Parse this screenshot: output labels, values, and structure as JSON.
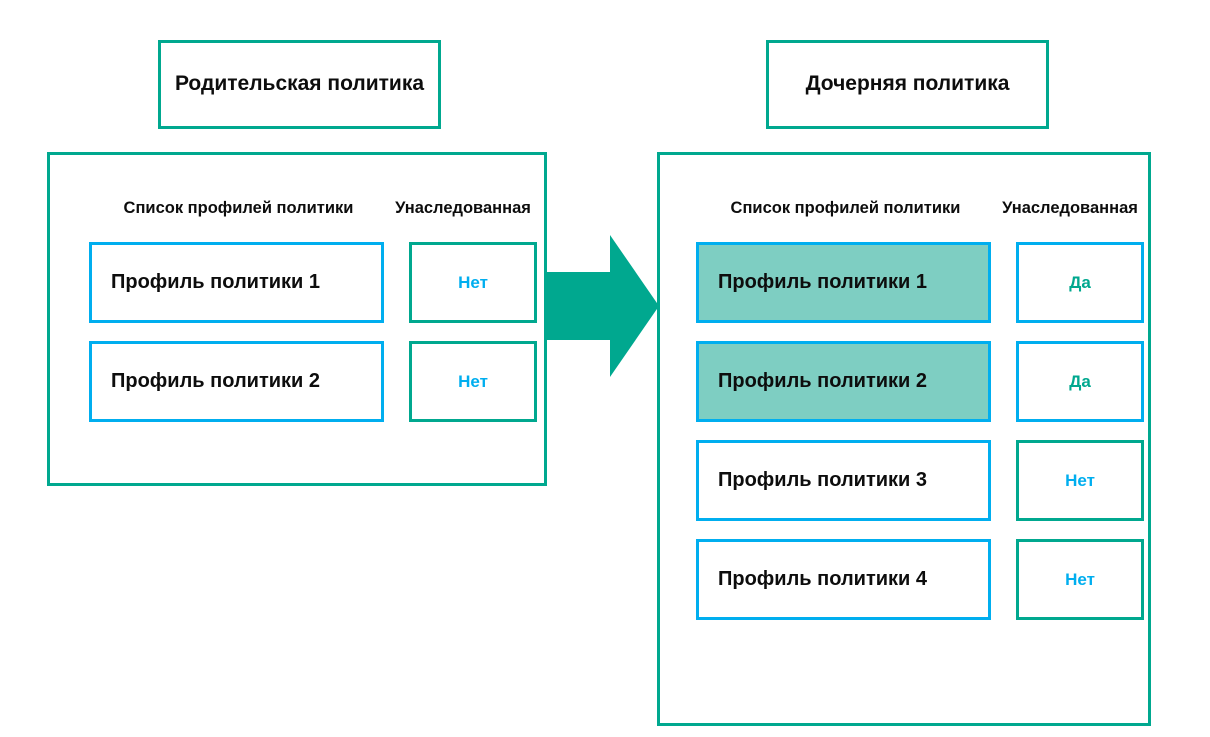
{
  "colors": {
    "green": "#00a88f",
    "blue": "#00aeef",
    "highlight_fill": "#7ecec2",
    "text": "#0d0d0d",
    "background": "#ffffff"
  },
  "parent": {
    "title": "Родительская политика",
    "headers": {
      "profiles": "Список профилей политики",
      "inherited": "Унаследованная"
    },
    "rows": [
      {
        "profile": "Профиль политики 1",
        "inherited": "Нет",
        "highlighted": false
      },
      {
        "profile": "Профиль политики 2",
        "inherited": "Нет",
        "highlighted": false
      }
    ]
  },
  "child": {
    "title": "Дочерняя политика",
    "headers": {
      "profiles": "Список профилей политики",
      "inherited": "Унаследованная"
    },
    "rows": [
      {
        "profile": "Профиль политики 1",
        "inherited": "Да",
        "highlighted": true
      },
      {
        "profile": "Профиль политики 2",
        "inherited": "Да",
        "highlighted": true
      },
      {
        "profile": "Профиль политики 3",
        "inherited": "Нет",
        "highlighted": false
      },
      {
        "profile": "Профиль политики 4",
        "inherited": "Нет",
        "highlighted": false
      }
    ]
  },
  "arrow": {
    "icon": "right-arrow-icon",
    "direction": "right",
    "color": "#00a88f"
  }
}
